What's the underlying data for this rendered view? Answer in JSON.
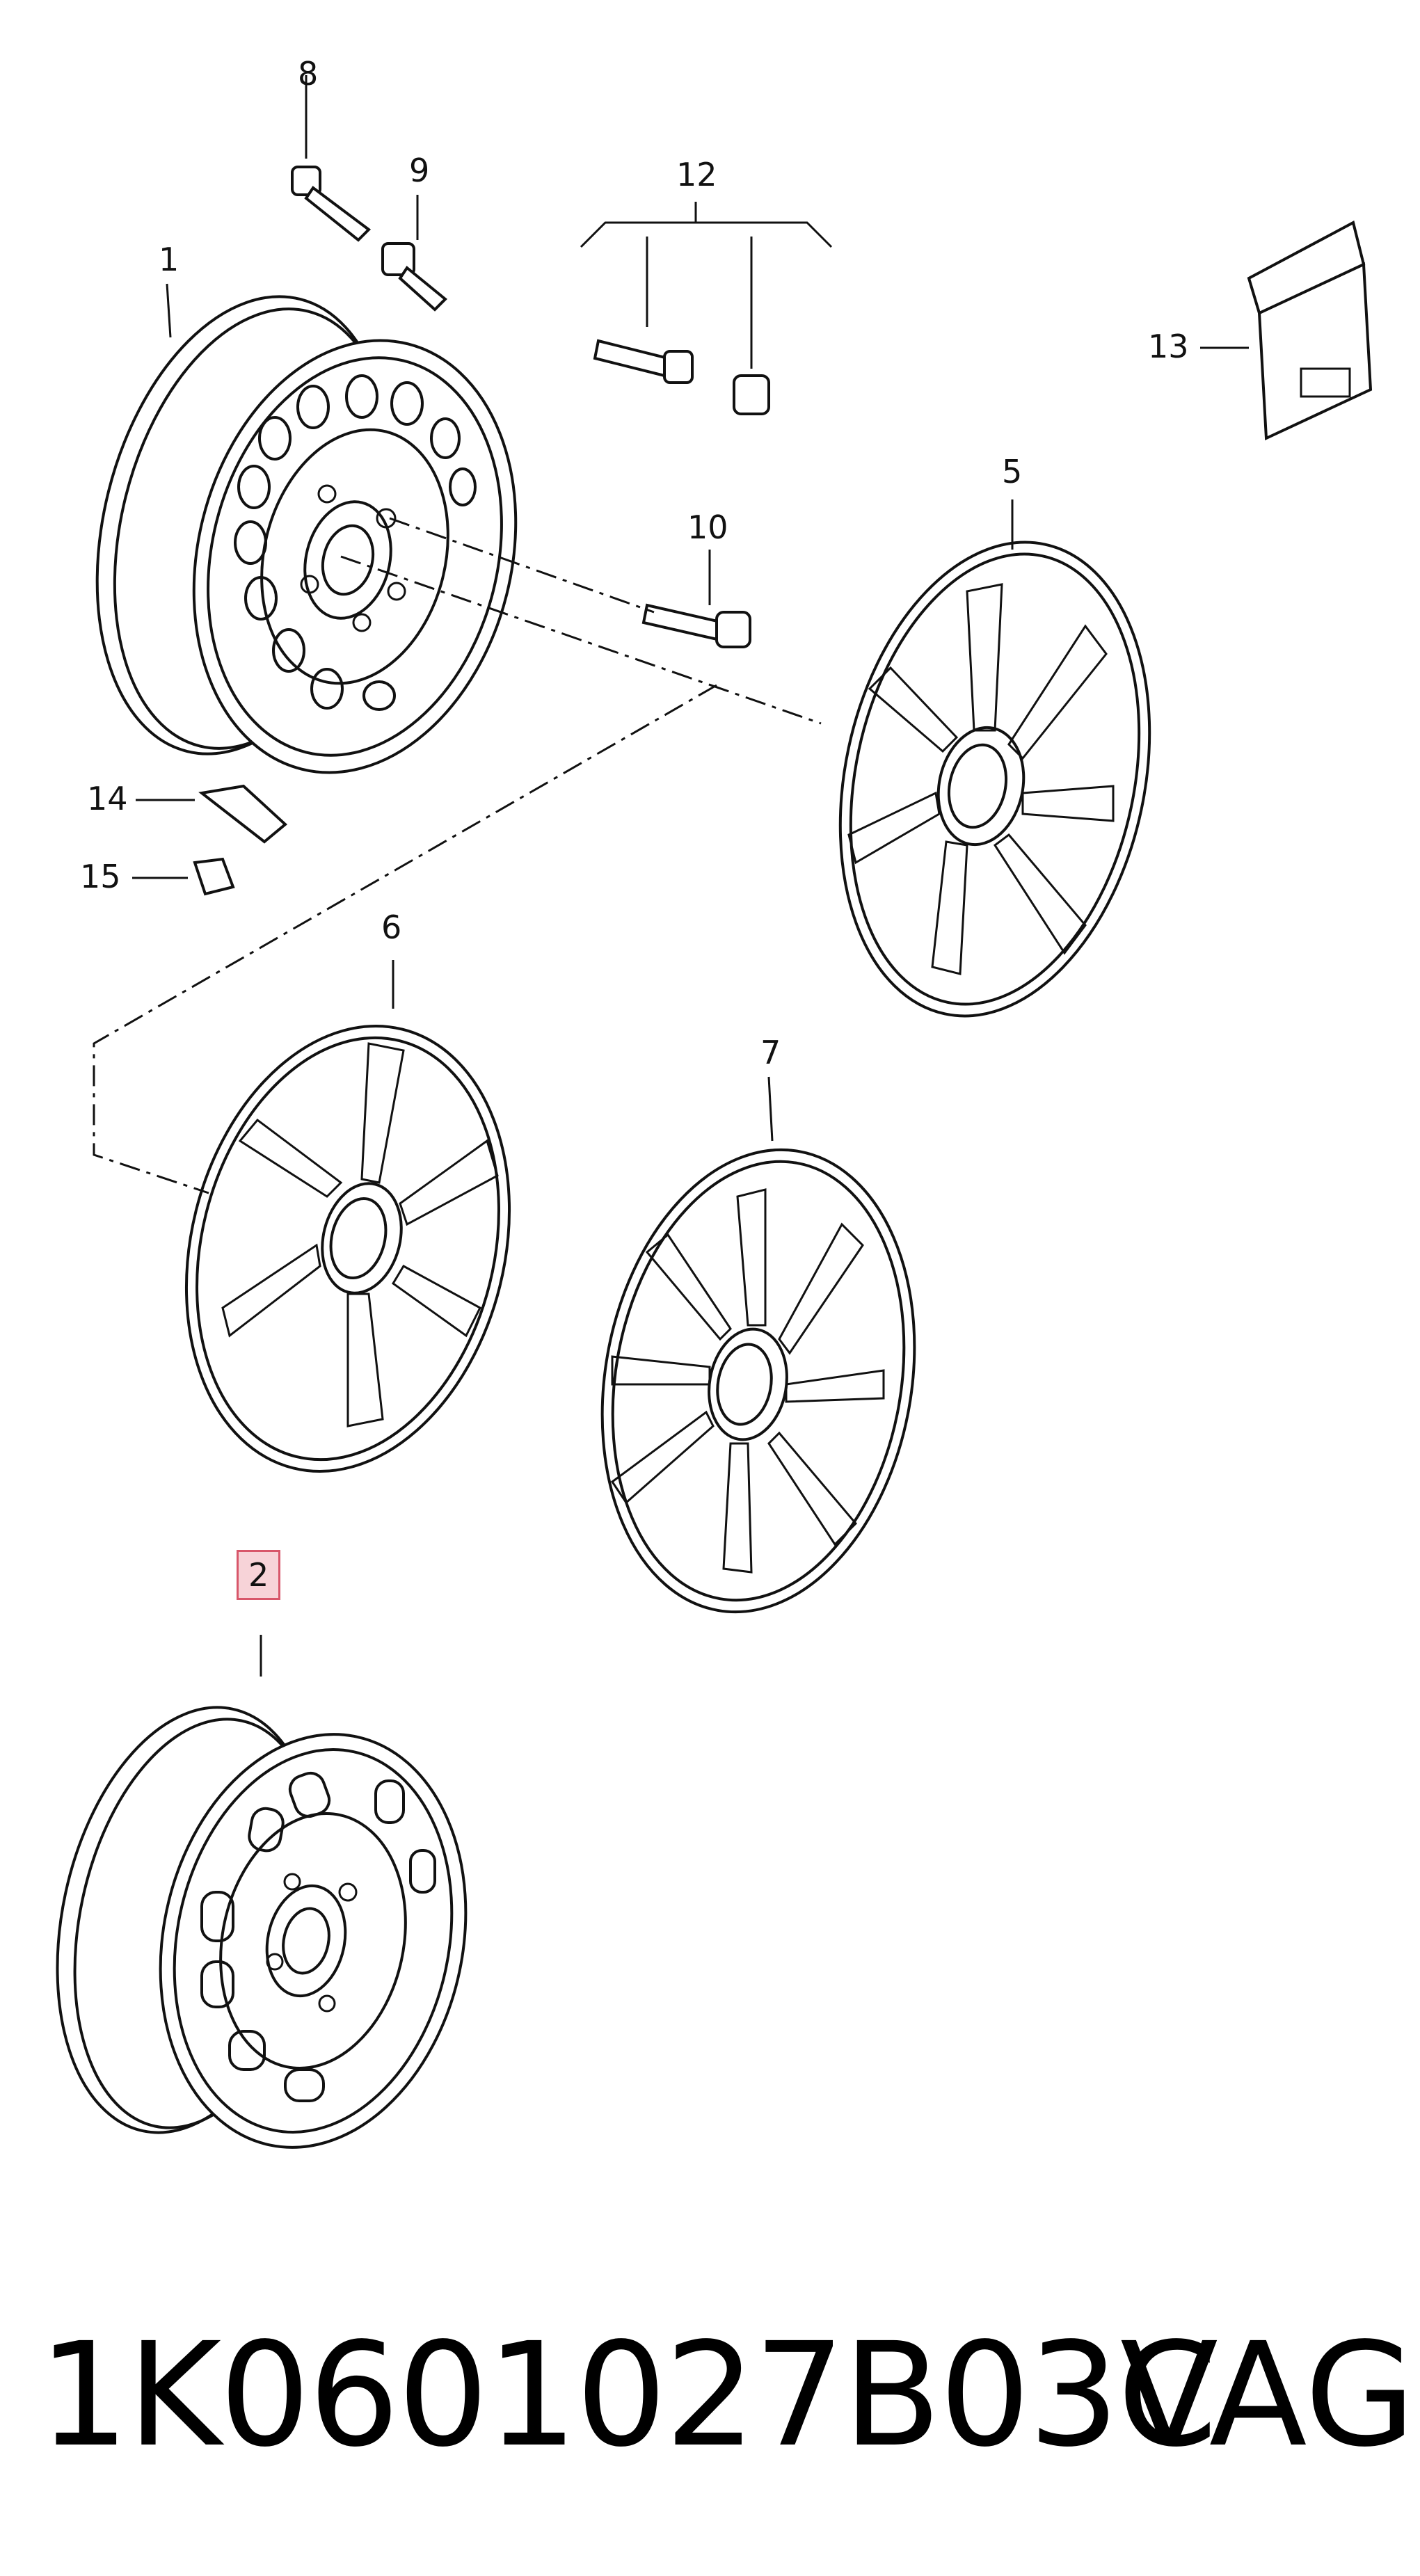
{
  "callouts": {
    "c1": "1",
    "c2": "2",
    "c5": "5",
    "c6": "6",
    "c7": "7",
    "c8": "8",
    "c9": "9",
    "c10": "10",
    "c12": "12",
    "c13": "13",
    "c14": "14",
    "c15": "15"
  },
  "highlighted_callout": "2",
  "highlight_color": "#f7d3d8",
  "footer": {
    "part_number": "1K0601027B03C",
    "brand": "VAG"
  }
}
